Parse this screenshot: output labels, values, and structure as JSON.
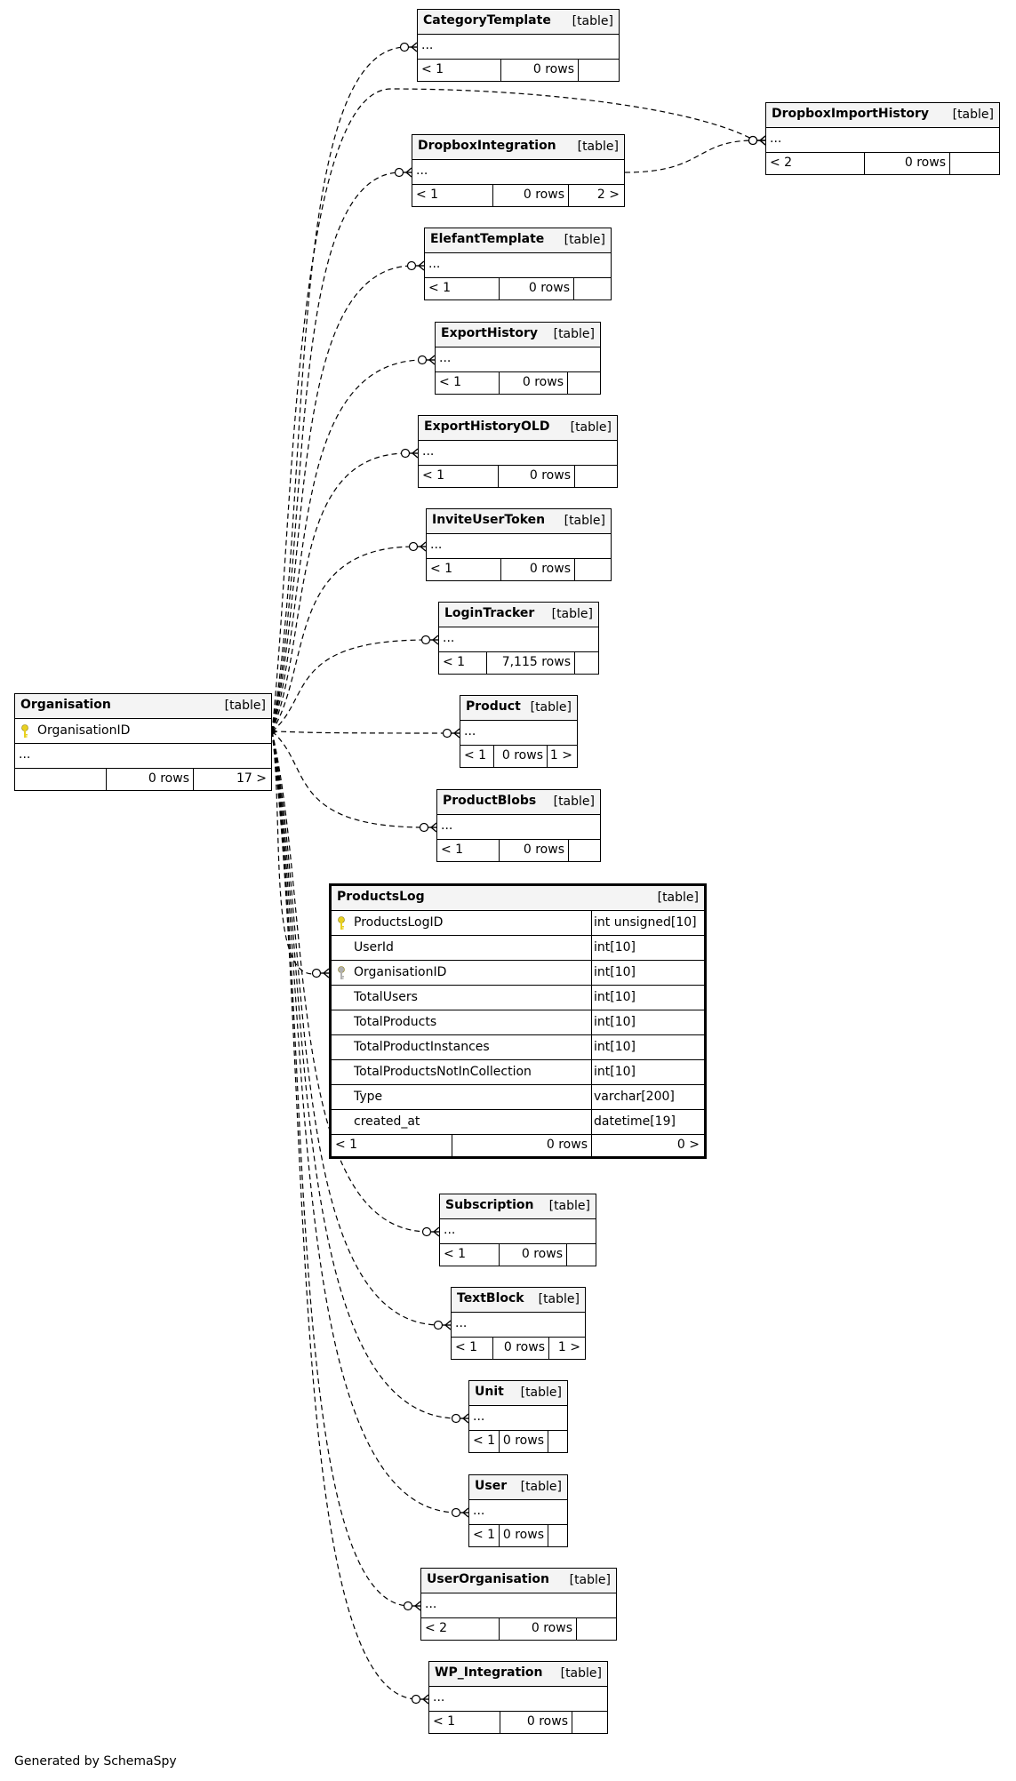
{
  "footer_text": "Generated by SchemaSpy",
  "colors": {
    "line": "#000000",
    "header_bg": "#f4f4f4",
    "primary_key": "#e8d020",
    "foreign_key": "#b0b0b0"
  },
  "tables": [
    {
      "name": "Organisation",
      "kind": "[table]",
      "rows": [
        {
          "type": "col",
          "icon": "primary-key",
          "name": "OrganisationID"
        },
        {
          "type": "ellipsis",
          "text": "..."
        }
      ],
      "footer": {
        "parents": "",
        "rows": "0 rows",
        "children": "17 >"
      }
    },
    {
      "name": "CategoryTemplate",
      "kind": "[table]",
      "rows": [
        {
          "type": "ellipsis",
          "text": "..."
        }
      ],
      "footer": {
        "parents": "< 1",
        "rows": "0 rows",
        "children": ""
      }
    },
    {
      "name": "DropboxImportHistory",
      "kind": "[table]",
      "rows": [
        {
          "type": "ellipsis",
          "text": "..."
        }
      ],
      "footer": {
        "parents": "< 2",
        "rows": "0 rows",
        "children": ""
      }
    },
    {
      "name": "DropboxIntegration",
      "kind": "[table]",
      "rows": [
        {
          "type": "ellipsis",
          "text": "..."
        }
      ],
      "footer": {
        "parents": "< 1",
        "rows": "0 rows",
        "children": "2 >"
      }
    },
    {
      "name": "ElefantTemplate",
      "kind": "[table]",
      "rows": [
        {
          "type": "ellipsis",
          "text": "..."
        }
      ],
      "footer": {
        "parents": "< 1",
        "rows": "0 rows",
        "children": ""
      }
    },
    {
      "name": "ExportHistory",
      "kind": "[table]",
      "rows": [
        {
          "type": "ellipsis",
          "text": "..."
        }
      ],
      "footer": {
        "parents": "< 1",
        "rows": "0 rows",
        "children": ""
      }
    },
    {
      "name": "ExportHistoryOLD",
      "kind": "[table]",
      "rows": [
        {
          "type": "ellipsis",
          "text": "..."
        }
      ],
      "footer": {
        "parents": "< 1",
        "rows": "0 rows",
        "children": ""
      }
    },
    {
      "name": "InviteUserToken",
      "kind": "[table]",
      "rows": [
        {
          "type": "ellipsis",
          "text": "..."
        }
      ],
      "footer": {
        "parents": "< 1",
        "rows": "0 rows",
        "children": ""
      }
    },
    {
      "name": "LoginTracker",
      "kind": "[table]",
      "rows": [
        {
          "type": "ellipsis",
          "text": "..."
        }
      ],
      "footer": {
        "parents": "< 1",
        "rows": "7,115 rows",
        "children": ""
      }
    },
    {
      "name": "Product",
      "kind": "[table]",
      "rows": [
        {
          "type": "ellipsis",
          "text": "..."
        }
      ],
      "footer": {
        "parents": "< 1",
        "rows": "0 rows",
        "children": "1 >"
      }
    },
    {
      "name": "ProductBlobs",
      "kind": "[table]",
      "rows": [
        {
          "type": "ellipsis",
          "text": "..."
        }
      ],
      "footer": {
        "parents": "< 1",
        "rows": "0 rows",
        "children": ""
      }
    },
    {
      "name": "ProductsLog",
      "kind": "[table]",
      "focus": true,
      "rows": [
        {
          "type": "col",
          "icon": "primary-key",
          "name": "ProductsLogID",
          "dtype": "int unsigned[10]"
        },
        {
          "type": "col",
          "icon": "",
          "name": "UserId",
          "dtype": "int[10]"
        },
        {
          "type": "col",
          "icon": "foreign-key",
          "name": "OrganisationID",
          "dtype": "int[10]"
        },
        {
          "type": "col",
          "icon": "",
          "name": "TotalUsers",
          "dtype": "int[10]"
        },
        {
          "type": "col",
          "icon": "",
          "name": "TotalProducts",
          "dtype": "int[10]"
        },
        {
          "type": "col",
          "icon": "",
          "name": "TotalProductInstances",
          "dtype": "int[10]"
        },
        {
          "type": "col",
          "icon": "",
          "name": "TotalProductsNotInCollection",
          "dtype": "int[10]"
        },
        {
          "type": "col",
          "icon": "",
          "name": "Type",
          "dtype": "varchar[200]"
        },
        {
          "type": "col",
          "icon": "",
          "name": "created_at",
          "dtype": "datetime[19]"
        }
      ],
      "footer": {
        "parents": "< 1",
        "rows": "0 rows",
        "children": "0 >"
      }
    },
    {
      "name": "Subscription",
      "kind": "[table]",
      "rows": [
        {
          "type": "ellipsis",
          "text": "..."
        }
      ],
      "footer": {
        "parents": "< 1",
        "rows": "0 rows",
        "children": ""
      }
    },
    {
      "name": "TextBlock",
      "kind": "[table]",
      "rows": [
        {
          "type": "ellipsis",
          "text": "..."
        }
      ],
      "footer": {
        "parents": "< 1",
        "rows": "0 rows",
        "children": "1 >"
      }
    },
    {
      "name": "Unit",
      "kind": "[table]",
      "rows": [
        {
          "type": "ellipsis",
          "text": "..."
        }
      ],
      "footer": {
        "parents": "< 1",
        "rows": "0 rows",
        "children": ""
      }
    },
    {
      "name": "User",
      "kind": "[table]",
      "rows": [
        {
          "type": "ellipsis",
          "text": "..."
        }
      ],
      "footer": {
        "parents": "< 1",
        "rows": "0 rows",
        "children": ""
      }
    },
    {
      "name": "UserOrganisation",
      "kind": "[table]",
      "rows": [
        {
          "type": "ellipsis",
          "text": "..."
        }
      ],
      "footer": {
        "parents": "< 2",
        "rows": "0 rows",
        "children": ""
      }
    },
    {
      "name": "WP_Integration",
      "kind": "[table]",
      "rows": [
        {
          "type": "ellipsis",
          "text": "..."
        }
      ],
      "footer": {
        "parents": "< 1",
        "rows": "0 rows",
        "children": ""
      }
    }
  ],
  "relationships": [
    {
      "from": "Organisation",
      "to": "CategoryTemplate"
    },
    {
      "from": "Organisation",
      "to": "DropboxImportHistory"
    },
    {
      "from": "DropboxIntegration",
      "to": "DropboxImportHistory"
    },
    {
      "from": "Organisation",
      "to": "DropboxIntegration"
    },
    {
      "from": "Organisation",
      "to": "ElefantTemplate"
    },
    {
      "from": "Organisation",
      "to": "ExportHistory"
    },
    {
      "from": "Organisation",
      "to": "ExportHistoryOLD"
    },
    {
      "from": "Organisation",
      "to": "InviteUserToken"
    },
    {
      "from": "Organisation",
      "to": "LoginTracker"
    },
    {
      "from": "Organisation",
      "to": "Product"
    },
    {
      "from": "Organisation",
      "to": "ProductBlobs"
    },
    {
      "from": "Organisation",
      "to": "ProductsLog"
    },
    {
      "from": "Organisation",
      "to": "Subscription"
    },
    {
      "from": "Organisation",
      "to": "TextBlock"
    },
    {
      "from": "Organisation",
      "to": "Unit"
    },
    {
      "from": "Organisation",
      "to": "User"
    },
    {
      "from": "Organisation",
      "to": "UserOrganisation"
    },
    {
      "from": "Organisation",
      "to": "WP_Integration"
    }
  ]
}
